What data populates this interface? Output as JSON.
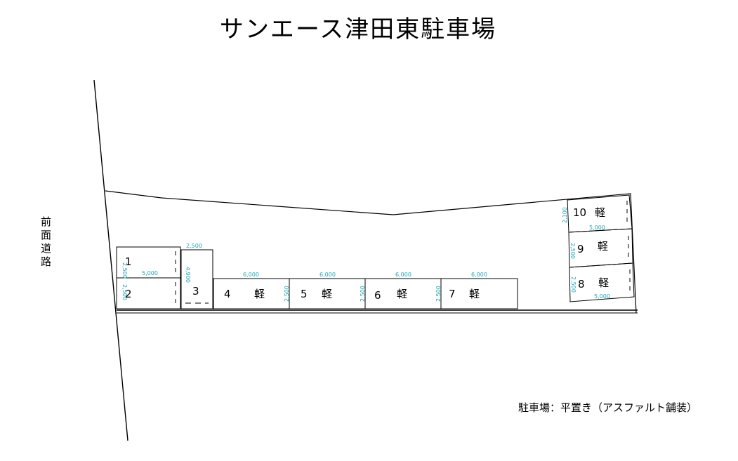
{
  "title": "サンエース津田東駐車場",
  "road_label": "前面道路",
  "caption": "駐車場：平置き（アスファルト舗装）",
  "spaces": [
    {
      "no": "1",
      "type": ""
    },
    {
      "no": "2",
      "type": ""
    },
    {
      "no": "3",
      "type": ""
    },
    {
      "no": "4",
      "type": "軽"
    },
    {
      "no": "5",
      "type": "軽"
    },
    {
      "no": "6",
      "type": "軽"
    },
    {
      "no": "7",
      "type": "軽"
    },
    {
      "no": "8",
      "type": "軽"
    },
    {
      "no": "9",
      "type": "軽"
    },
    {
      "no": "10",
      "type": "軽"
    }
  ],
  "dimensions": {
    "d_2500_top": "2,500",
    "d_5000_left": "5,000",
    "d_2500_1": "2,500",
    "d_2500_2": "2,500",
    "d_4900": "4,900",
    "d_6000_4": "6,000",
    "d_6000_5": "6,000",
    "d_6000_6": "6,000",
    "d_6000_7": "6,000",
    "d_2500_45": "2,500",
    "d_2500_56": "2,500",
    "d_2500_67": "2,500",
    "d_2100": "2,100",
    "d_5000_10": "5,000",
    "d_2500_9": "2,500",
    "d_2500_8": "2,500",
    "d_5000_8": "5,000"
  }
}
